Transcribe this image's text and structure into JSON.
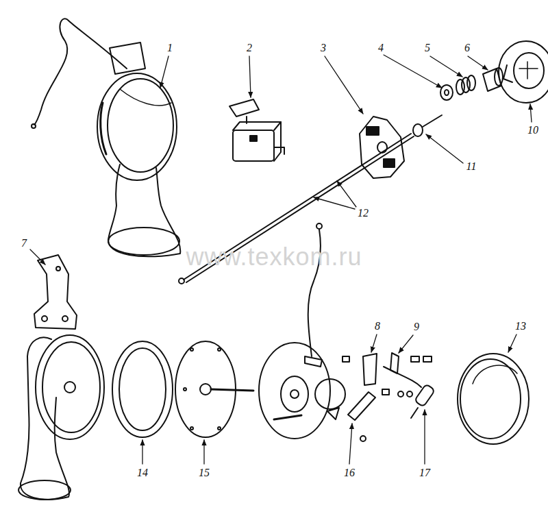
{
  "diagram": {
    "labels": [
      "1",
      "2",
      "3",
      "4",
      "5",
      "6",
      "10",
      "11",
      "12",
      "7",
      "8",
      "9",
      "13",
      "14",
      "15",
      "16",
      "17",
      "www.texkom.ru"
    ]
  }
}
